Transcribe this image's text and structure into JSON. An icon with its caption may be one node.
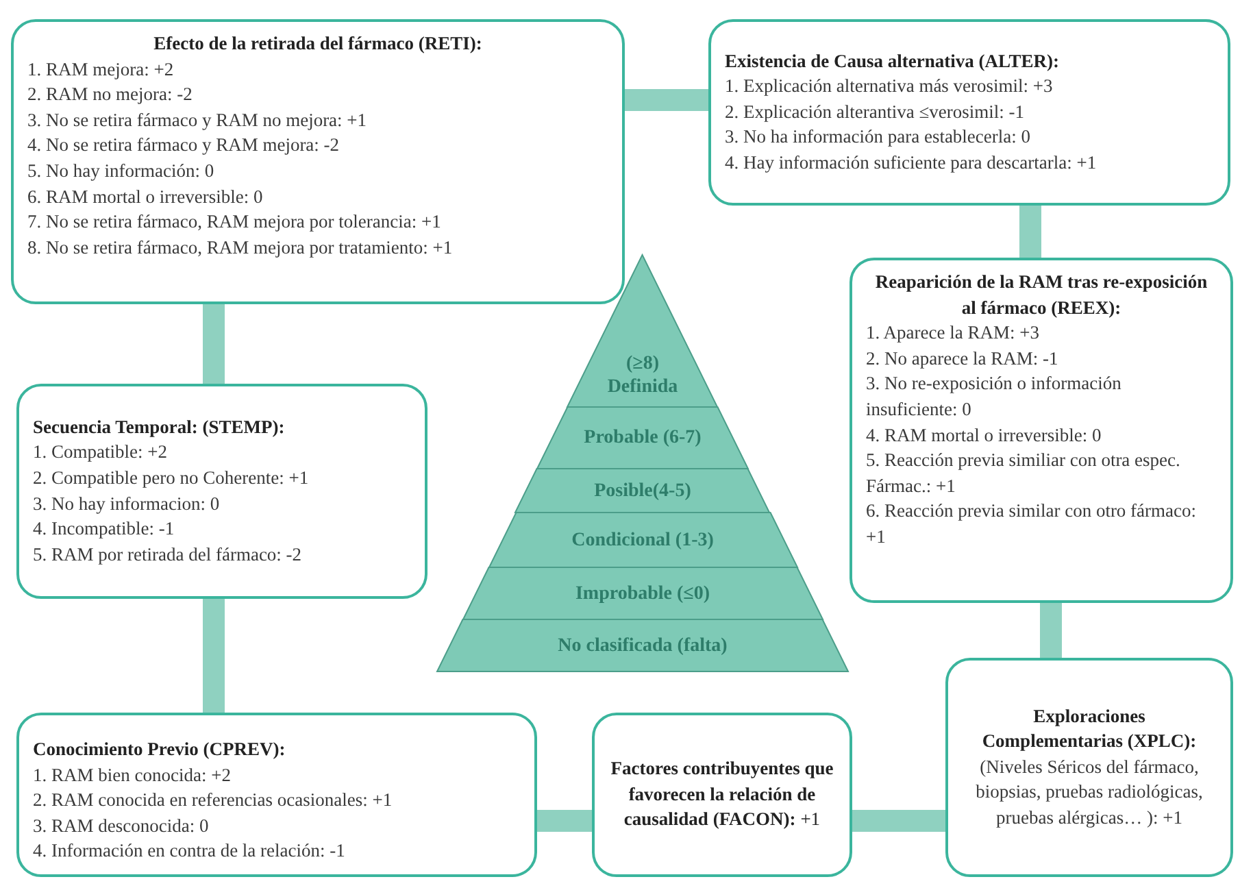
{
  "diagram": {
    "nodes": [
      {
        "text": [
          "Efecto de la retirada del fármaco (RETI):",
          "1. RAM mejora: +2",
          "2. RAM no mejora: -2",
          "3. No se retira fármaco y RAM no mejora: +1",
          "4. No se retira fármaco y RAM mejora: -2",
          "5. No hay información: 0",
          "6. RAM mortal o irreversible: 0",
          "7. No se retira fármaco, RAM mejora por tolerancia: +1",
          "8. No se retira fármaco, RAM mejora por tratamiento: +1"
        ]
      },
      {
        "text": [
          "Existencia de Causa alternativa (ALTER):",
          "1. Explicación alternativa más verosimil: +3",
          "2. Explicación alterantiva ≤verosimil: -1",
          "3. No ha información para establecerla: 0",
          "4. Hay información suficiente para descartarla: +1"
        ]
      },
      {
        "text": [
          "Reaparición de la RAM tras re-exposición al fármaco (REEX):",
          "1. Aparece la RAM: +3",
          "2. No aparece la RAM: -1",
          "3. No re-exposición o información insuficiente: 0",
          "4. RAM mortal o irreversible: 0",
          "5. Reacción previa similiar con otra espec. Fármac.: +1",
          "6. Reacción previa similar con otro fármaco: +1"
        ]
      },
      {
        "text": [
          "Secuencia Temporal: (STEMP):",
          "1. Compatible: +2",
          "2. Compatible pero no Coherente: +1",
          "3. No hay informacion: 0",
          "4. Incompatible: -1",
          "5. RAM por retirada del fármaco: -2"
        ]
      },
      {
        "text": [
          "(≥8) Definida"
        ]
      },
      {
        "text": [
          "Probable (6-7)"
        ]
      },
      {
        "text": [
          "Posible(4-5)"
        ]
      },
      {
        "text": [
          "Condicional (1-3)"
        ]
      },
      {
        "text": [
          "Improbable (≤0)"
        ]
      },
      {
        "text": [
          "No clasificada (falta)"
        ]
      },
      {
        "text": [
          "Exploraciones Complementarias (XPLC):",
          "(Niveles Séricos del fármaco, biopsias, pruebas radiológicas, pruebas alérgicas… ): +1"
        ]
      },
      {
        "text": [
          "Conocimiento Previo (CPREV):",
          "1. RAM bien conocida: +2",
          "2. RAM conocida en referencias ocasionales: +1",
          "3. RAM desconocida: 0",
          "4. Información en contra de la relación: -1"
        ]
      },
      {
        "text": [
          "**Factores contribuyentes que favorecen la relación de causalidad (FACON):** +1"
        ]
      }
    ],
    "edges": [
      {
        "from": 0,
        "to": 1,
        "arrow": "none"
      },
      {
        "from": 1,
        "to": 2,
        "arrow": "none"
      },
      {
        "from": 2,
        "to": 10,
        "arrow": "none"
      },
      {
        "from": 10,
        "to": 12,
        "arrow": "none"
      },
      {
        "from": 12,
        "to": 11,
        "arrow": "none"
      },
      {
        "from": 11,
        "to": 3,
        "arrow": "none"
      },
      {
        "from": 3,
        "to": 0,
        "arrow": "none"
      }
    ]
  }
}
